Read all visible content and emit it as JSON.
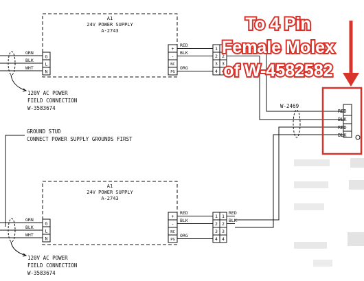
{
  "psu_top": {
    "ref": "A1",
    "name": "24V POWER SUPPLY",
    "part": "A-2743",
    "in_terms": [
      "G",
      "L",
      "N"
    ],
    "out_terms": [
      "+",
      "-",
      "NC",
      "PG"
    ],
    "in_wires": [
      "GRN",
      "BLK",
      "WHT"
    ],
    "out_wires": [
      "RED",
      "BLK",
      "ORG"
    ],
    "pins": [
      "1",
      "2",
      "3",
      "4"
    ]
  },
  "psu_bottom": {
    "ref": "A1",
    "name": "24V POWER SUPPLY",
    "part": "A-2743",
    "in_terms": [
      "G",
      "L",
      "N"
    ],
    "out_terms": [
      "+",
      "-",
      "NC",
      "PG"
    ],
    "in_wires": [
      "GRN",
      "BLK",
      "WHT"
    ],
    "out_wires": [
      "RED",
      "BLK",
      "ORG"
    ],
    "conn_wires": [
      "RED",
      "BLK"
    ],
    "pins": [
      "1",
      "2",
      "3",
      "4"
    ]
  },
  "ac_note": [
    "120V AC POWER",
    "FIELD CONNECTION",
    "W-3583674"
  ],
  "ground_note": [
    "GROUND STUD",
    "CONNECT POWER SUPPLY GROUNDS FIRST"
  ],
  "cable": "W-2469",
  "molex_wires": [
    "RED",
    "BLK",
    "RED",
    "BLK"
  ],
  "callout": [
    "To 4 Pin",
    "Female Molex",
    "of W-4582582"
  ],
  "colors": {
    "highlight": "#d9342b",
    "ink": "#111111"
  }
}
